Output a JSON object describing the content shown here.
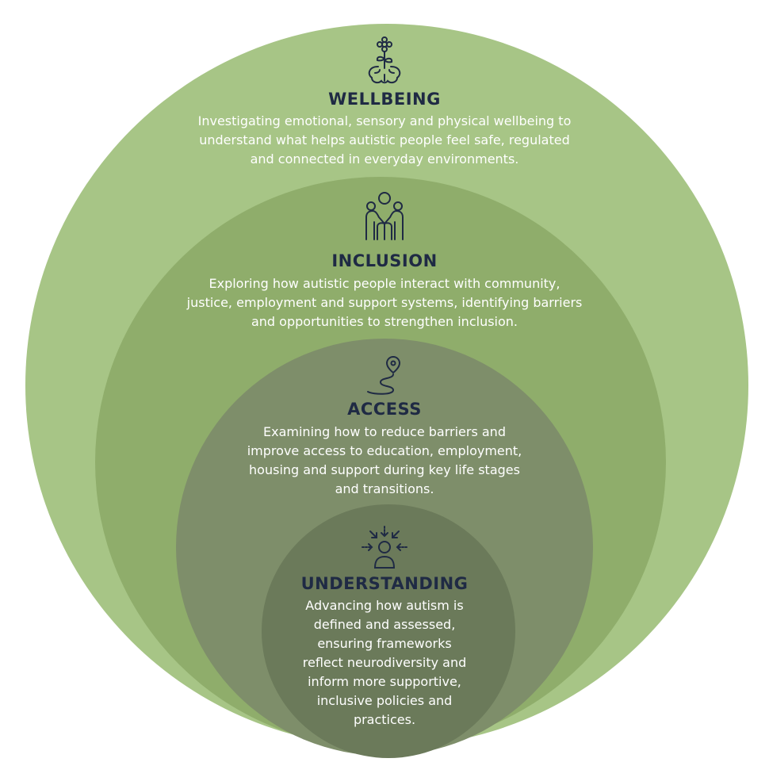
{
  "layers": [
    {
      "title": "WELLBEING",
      "icon": "brain-flower-icon",
      "lines": [
        "Investigating emotional, sensory and physical wellbeing to",
        "understand what helps autistic people feel safe, regulated",
        "and connected in everyday environments."
      ]
    },
    {
      "title": "INCLUSION",
      "icon": "group-embrace-icon",
      "lines": [
        "Exploring how autistic people interact with community,",
        "justice, employment and support systems, identifying barriers",
        "and opportunities to strengthen inclusion."
      ]
    },
    {
      "title": "ACCESS",
      "icon": "winding-path-pin-icon",
      "lines": [
        "Examining how to reduce barriers and",
        "improve access to education, employment,",
        "housing and support during key life stages",
        "and transitions."
      ]
    },
    {
      "title": "UNDERSTANDING",
      "icon": "person-focus-arrows-icon",
      "lines": [
        "Advancing how autism is",
        "defined and assessed,",
        "ensuring frameworks",
        "reflect neurodiversity and",
        "inform more supportive,",
        "inclusive policies and",
        "practices."
      ]
    }
  ],
  "colors": {
    "outer": "#a7c586",
    "second": "#8fad6b",
    "third": "#7e8e6a",
    "inner": "#6b7a5a",
    "title_text": "#1f2a44",
    "body_text": "#ffffff"
  }
}
